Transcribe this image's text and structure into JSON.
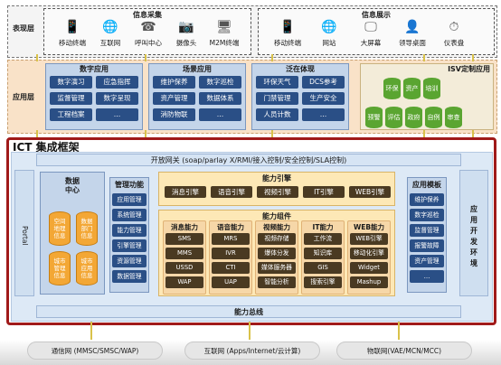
{
  "presentation": {
    "title": "表现层",
    "collect": {
      "title": "信息采集",
      "items": [
        "移动终端",
        "互联网",
        "呼叫中心",
        "摄像头",
        "M2M终端"
      ]
    },
    "display": {
      "title": "信息展示",
      "items": [
        "移动终端",
        "网站",
        "大屏幕",
        "领导桌面",
        "仪表盘"
      ]
    }
  },
  "application": {
    "title": "应用层",
    "groups": [
      {
        "title": "数字应用",
        "items": [
          "数字演习",
          "应急指挥",
          "监督管理",
          "数字呈现",
          "工程档案",
          "…"
        ]
      },
      {
        "title": "场景应用",
        "items": [
          "维护保养",
          "数字巡检",
          "资产管理",
          "数据体系",
          "消防物联",
          "…"
        ]
      },
      {
        "title": "泛在体现",
        "items": [
          "环保天气",
          "DCS参考",
          "门禁管理",
          "生产安全",
          "人员计数",
          "…"
        ]
      }
    ],
    "isv": {
      "title": "ISV定制应用",
      "items": [
        "环保",
        "资产",
        "培训",
        "预警",
        "评估",
        "政府",
        "自例",
        "审查"
      ]
    }
  },
  "framework": {
    "title": "ICT 集成框架",
    "gateway": "开放网关 (soap/parlay X/RMI/接入控制/安全控制/SLA控制)",
    "portal": "Portal",
    "datacenter": {
      "title": "数据\n中心",
      "dbs": [
        "空间\n地理\n信息",
        "数据\n部门\n信息",
        "城市\n管理\n信息",
        "城市\n应用\n信息"
      ]
    },
    "mgmt": {
      "title": "管理功能",
      "items": [
        "应用管理",
        "系统管理",
        "能力管理",
        "引擎管理",
        "资源管理",
        "数据管理"
      ]
    },
    "engine": {
      "title": "能力引擎",
      "items": [
        "消息引擎",
        "语音引擎",
        "视频引擎",
        "IT引擎",
        "WEB引擎"
      ]
    },
    "components": {
      "title": "能力组件",
      "cols": [
        {
          "title": "消息能力",
          "items": [
            "SMS",
            "MMS",
            "USSD",
            "WAP"
          ]
        },
        {
          "title": "语音能力",
          "items": [
            "MRS",
            "IVR",
            "CTI",
            "UAP"
          ]
        },
        {
          "title": "视频能力",
          "items": [
            "视频存储",
            "爆体分发",
            "媒体服务器",
            "智能分析"
          ]
        },
        {
          "title": "IT能力",
          "items": [
            "工作流",
            "知识库",
            "GIS",
            "搜索引擎"
          ]
        },
        {
          "title": "WEB能力",
          "items": [
            "WEB引擎",
            "移动化引擎",
            "Widget",
            "Mashup"
          ]
        }
      ]
    },
    "template": {
      "title": "应用模板",
      "items": [
        "维护保养",
        "数字巡检",
        "监督管理",
        "报警故障",
        "资产管理",
        "…"
      ]
    },
    "devenv": "应用开发环境",
    "bus": "能力总线"
  },
  "networks": [
    "通信网 (MMSC/SMSC/WAP)",
    "互联网 (Apps/Internet/云计算)",
    "物联网(VAE/MCN/MCC)"
  ]
}
